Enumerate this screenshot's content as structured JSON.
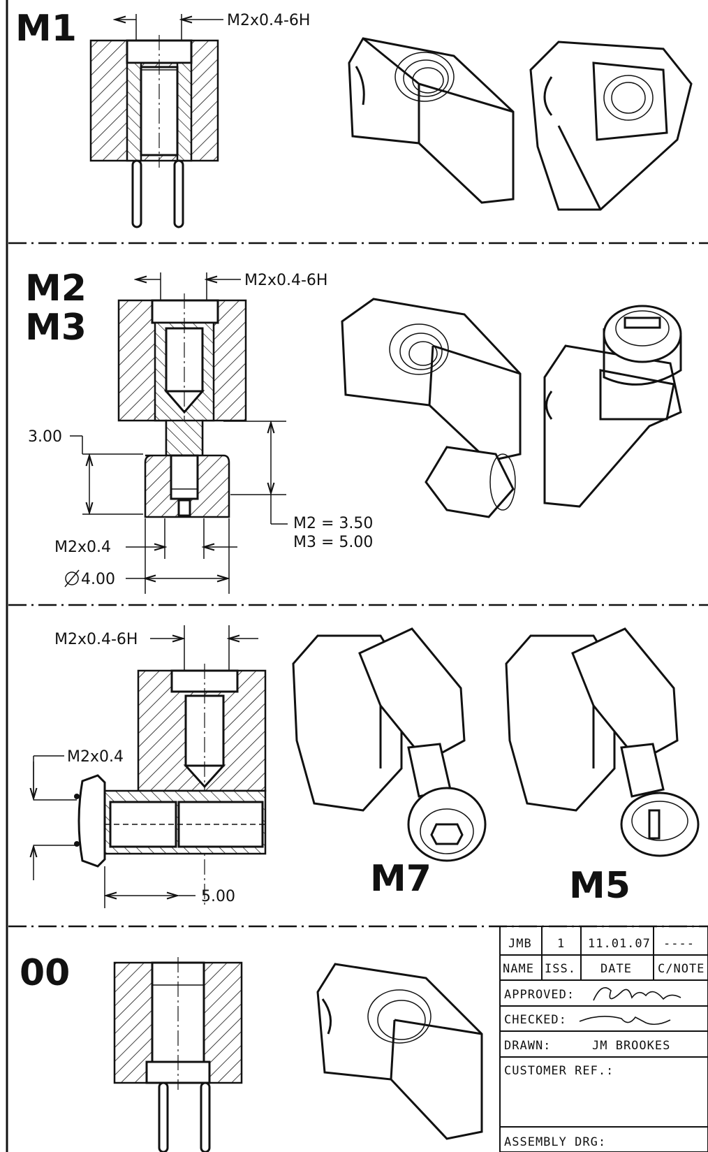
{
  "sections": {
    "m1": {
      "label": "M1",
      "thread_callout": "M2x0.4-6H"
    },
    "m2m3": {
      "label_a": "M2",
      "label_b": "M3",
      "thread_callout": "M2x0.4-6H",
      "dim_height": "3.00",
      "dim_m2": "M2 = 3.50",
      "dim_m3": "M3 = 5.00",
      "dim_thread": "M2x0.4",
      "dim_diameter": "4.00"
    },
    "m7m5": {
      "thread_callout": "M2x0.4-6H",
      "side_thread": "M2x0.4",
      "dim_length": "5.00",
      "label_m7": "M7",
      "label_m5": "M5"
    },
    "s00": {
      "label": "00"
    }
  },
  "title_block": {
    "rev_initials": "JMB",
    "rev_issue": "1",
    "rev_date": "11.01.07",
    "rev_cnote": "----",
    "hdr_name": "NAME",
    "hdr_iss": "ISS.",
    "hdr_date": "DATE",
    "hdr_cnote": "C/NOTE",
    "approved": "APPROVED:",
    "checked": "CHECKED:",
    "drawn": "DRAWN:",
    "drawn_by": "JM BROOKES",
    "customer_ref": "CUSTOMER REF.:",
    "assembly_drg": "ASSEMBLY DRG:"
  },
  "icons": {
    "diameter": "diameter-symbol-icon",
    "signature": "handwritten-signature"
  }
}
